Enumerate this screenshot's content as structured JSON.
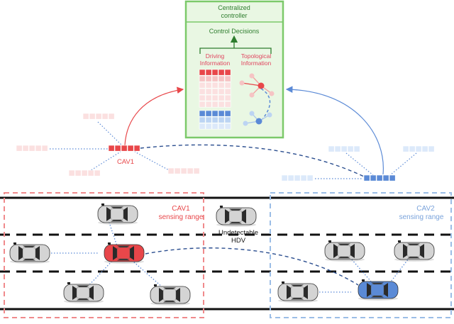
{
  "controller": {
    "title_line1": "Centralized",
    "title_line2": "controller",
    "decisions": "Control Decisions",
    "driving_line1": "Driving",
    "driving_line2": "Information",
    "topological_line1": "Topological",
    "topological_line2": "Information"
  },
  "labels": {
    "cav1": "CAV1",
    "cav1_range_line1": "CAV1",
    "cav1_range_line2": "sensing range",
    "cav2_range_line1": "CAV2",
    "cav2_range_line2": "sensing range",
    "hdv_line1": "Undetectable",
    "hdv_line2": "HDV"
  },
  "colors": {
    "controller_border": "#7cc96a",
    "controller_fill": "#e9f7e3",
    "red": "#e8474a",
    "red_light": "#f6c4c4",
    "red_pale": "#fbe0e0",
    "blue": "#5b8ad6",
    "blue_light": "#bcd4f3",
    "blue_pale": "#dce9fa",
    "decision_text": "#2e7d2e",
    "driving_text": "#e0455f",
    "topo_text": "#e0455f",
    "road": "#111111"
  }
}
